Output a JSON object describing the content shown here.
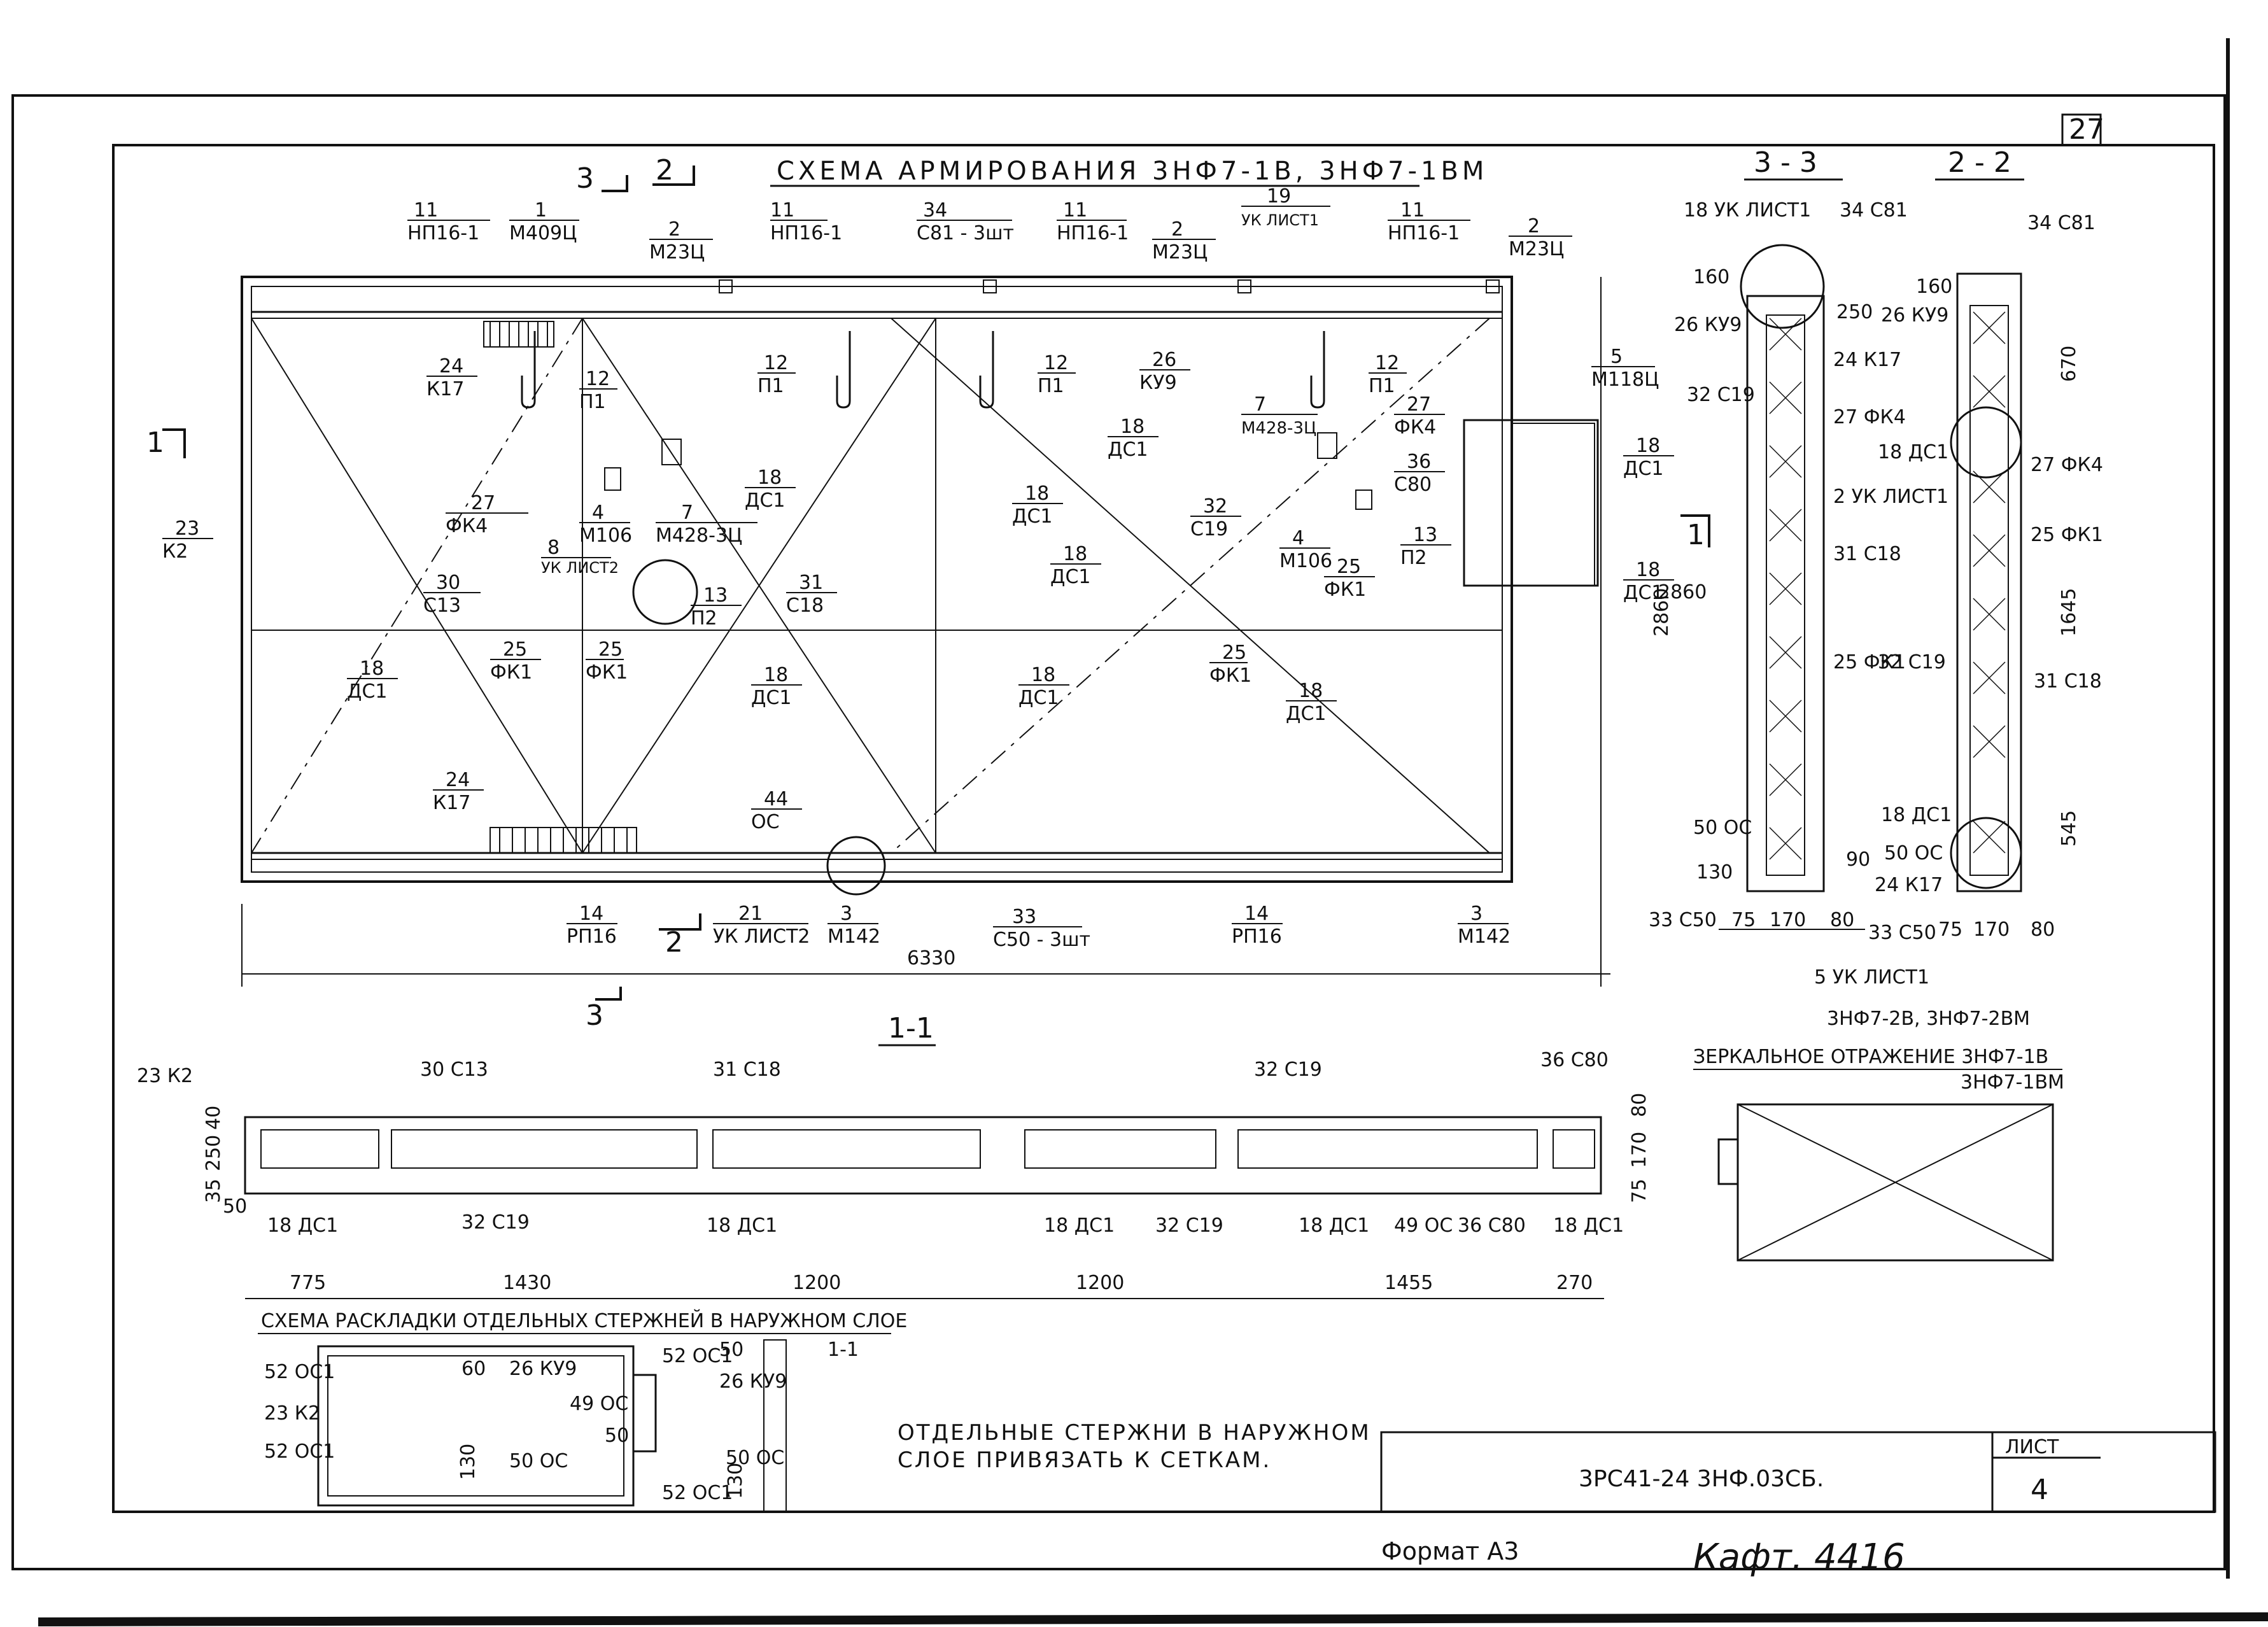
{
  "sheet_number_corner": "27",
  "title": "СХЕМА АРМИРОВАНИЯ 3НФ7-1В, 3НФ7-1ВМ",
  "section_marks": {
    "s3_top": "3",
    "s2_top": "2",
    "s1_left": "1",
    "s1_right": "1",
    "s2_bottom": "2",
    "s3_bottom": "3"
  },
  "plan_dimensions": {
    "width": "6330",
    "height": "2860"
  },
  "plan_labels": [
    {
      "num": "11",
      "mark": "НП16-1"
    },
    {
      "num": "1",
      "mark": "М409Ц"
    },
    {
      "num": "2",
      "mark": "М23Ц"
    },
    {
      "num": "11",
      "mark": "НП16-1"
    },
    {
      "num": "34",
      "mark": "С81 - 3шт"
    },
    {
      "num": "11",
      "mark": "НП16-1"
    },
    {
      "num": "2",
      "mark": "М23Ц"
    },
    {
      "num": "19",
      "mark": "УК ЛИСТ1"
    },
    {
      "num": "11",
      "mark": "НП16-1"
    },
    {
      "num": "2",
      "mark": "М23Ц"
    },
    {
      "num": "24",
      "mark": "К17"
    },
    {
      "num": "12",
      "mark": "П1"
    },
    {
      "num": "12",
      "mark": "П1"
    },
    {
      "num": "12",
      "mark": "П1"
    },
    {
      "num": "26",
      "mark": "КУ9"
    },
    {
      "num": "12",
      "mark": "П1"
    },
    {
      "num": "5",
      "mark": "М118Ц"
    },
    {
      "num": "7",
      "mark": "М428-3Ц"
    },
    {
      "num": "27",
      "mark": "ФК4"
    },
    {
      "num": "18",
      "mark": "ДС1"
    },
    {
      "num": "18",
      "mark": "ДС1"
    },
    {
      "num": "18",
      "mark": "ДС1"
    },
    {
      "num": "36",
      "mark": "С80"
    },
    {
      "num": "27",
      "mark": "ФК4"
    },
    {
      "num": "4",
      "mark": "М106"
    },
    {
      "num": "7",
      "mark": "М428-3Ц"
    },
    {
      "num": "18",
      "mark": "ДС1"
    },
    {
      "num": "18",
      "mark": "ДС1"
    },
    {
      "num": "32",
      "mark": "С19"
    },
    {
      "num": "13",
      "mark": "П2"
    },
    {
      "num": "23",
      "mark": "К2"
    },
    {
      "num": "8",
      "mark": "УК ЛИСТ2"
    },
    {
      "num": "4",
      "mark": "М106"
    },
    {
      "num": "25",
      "mark": "ФК1"
    },
    {
      "num": "18",
      "mark": "ДС1"
    },
    {
      "num": "30",
      "mark": "С13"
    },
    {
      "num": "13",
      "mark": "П2"
    },
    {
      "num": "31",
      "mark": "С18"
    },
    {
      "num": "25",
      "mark": "ФК1"
    },
    {
      "num": "25",
      "mark": "ФК1"
    },
    {
      "num": "25",
      "mark": "ФК1"
    },
    {
      "num": "18",
      "mark": "ДС1"
    },
    {
      "num": "18",
      "mark": "ДС1"
    },
    {
      "num": "18",
      "mark": "ДС1"
    },
    {
      "num": "18",
      "mark": "ДС1"
    },
    {
      "num": "24",
      "mark": "К17"
    },
    {
      "num": "44",
      "mark": "ОС"
    },
    {
      "num": "14",
      "mark": "РП16"
    },
    {
      "num": "21",
      "mark": "УК ЛИСТ2"
    },
    {
      "num": "3",
      "mark": "М142"
    },
    {
      "num": "33",
      "mark": "С50 - 3шт"
    },
    {
      "num": "14",
      "mark": "РП16"
    },
    {
      "num": "3",
      "mark": "М142"
    }
  ],
  "section_33": {
    "title": "3 - 3",
    "labels": [
      "18 УК ЛИСТ1",
      "34 С81",
      "26 КУ9",
      "24 К17",
      "27 ФК4",
      "32 С19",
      "31 С18",
      "25 ФК1",
      "32 С19",
      "50 ОС",
      "33 С50"
    ],
    "dims": [
      "160",
      "250",
      "2860",
      "75",
      "170",
      "80",
      "130",
      "90"
    ]
  },
  "section_22": {
    "title": "2 - 2",
    "labels": [
      "34 С81",
      "26 КУ9",
      "18 ДС1",
      "2 УК ЛИСТ1",
      "27 ФК4",
      "25 ФК1",
      "31 С18",
      "18 ДС1",
      "50 ОС",
      "24 К17",
      "33 С50",
      "5 УК ЛИСТ1"
    ],
    "dims": [
      "160",
      "670",
      "1645",
      "545",
      "75",
      "170",
      "80"
    ]
  },
  "section_11": {
    "title": "1-1",
    "top_labels": [
      "23 К2",
      "30 С13",
      "31 С18",
      "32 С19",
      "36 С80"
    ],
    "bottom_labels": [
      "18 ДС1",
      "32 С19",
      "18 ДС1",
      "18 ДС1",
      "32 С19",
      "18 ДС1",
      "49 ОС",
      "36 С80",
      "18 ДС1"
    ],
    "dims": [
      "775",
      "1430",
      "1200",
      "1200",
      "1455",
      "270"
    ],
    "left_dims": [
      "40",
      "250",
      "35",
      "50"
    ],
    "right_dims": [
      "80",
      "170",
      "75"
    ]
  },
  "mirror_note": {
    "line1": "3НФ7-2В, 3НФ7-2ВМ",
    "line2": "ЗЕРКАЛЬНОЕ ОТРАЖЕНИЕ 3НФ7-1В",
    "line3": "3НФ7-1ВМ"
  },
  "layout_scheme": {
    "title": "СХЕМА РАСКЛАДКИ ОТДЕЛЬНЫХ СТЕРЖНЕЙ В НАРУЖНОМ СЛОЕ",
    "labels": [
      "52 ОС1",
      "60",
      "26 КУ9",
      "52 ОС1",
      "23 К2",
      "49 ОС",
      "52 ОС1",
      "50",
      "130",
      "50 ОС",
      "52 ОС1"
    ],
    "side_title": "1-1",
    "side_labels": [
      "50",
      "26 КУ9",
      "50 ОС",
      "130"
    ]
  },
  "note": "ОТДЕЛЬНЫЕ СТЕРЖНИ В НАРУЖНОМ СЛОЕ ПРИВЯЗАТЬ К СЕТКАМ.",
  "title_block": {
    "code": "3РС41-24 3НФ.03СБ.",
    "sheet_label": "ЛИСТ",
    "sheet_value": "4"
  },
  "footer": {
    "format": "Формат А3",
    "handwritten": "Кафт. 4416"
  }
}
